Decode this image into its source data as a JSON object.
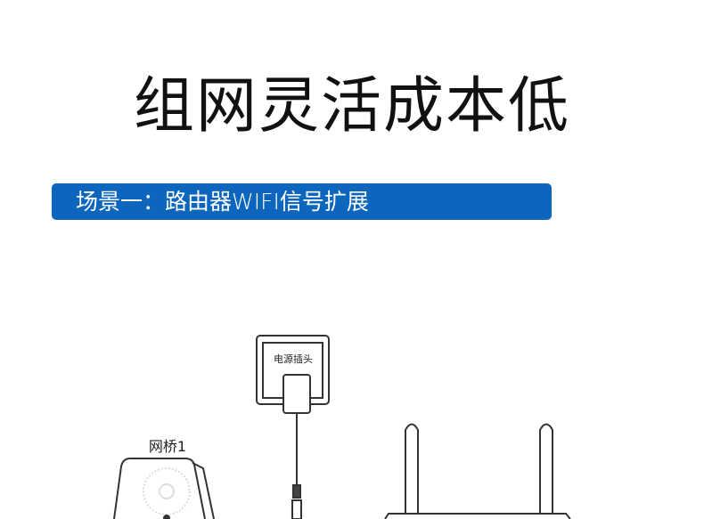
{
  "title": "组网灵活成本低",
  "scenario_banner": {
    "label": "场景一：路由器WIFI信号扩展",
    "color": "#0d66bd"
  },
  "diagram": {
    "power_socket_label": "电源插头",
    "bridge_label": "网桥1"
  }
}
